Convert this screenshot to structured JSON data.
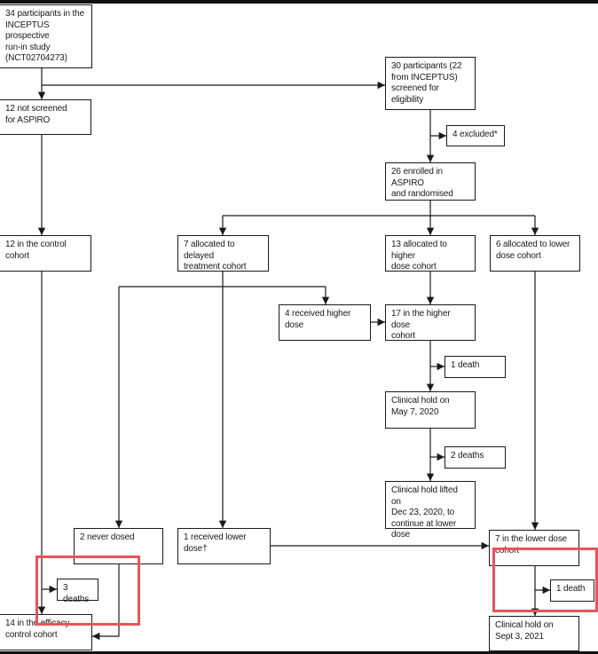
{
  "nodes": {
    "inceptus": "34 participants in the\nINCEPTUS\nprospective\nrun-in study\n(NCT02704273)",
    "screened": "30 participants (22\nfrom INCEPTUS)\nscreened for\neligibility",
    "not_screened": "12 not screened\nfor ASPIRO",
    "excluded": "4 excluded*",
    "enrolled": "26 enrolled in ASPIRO\nand randomised",
    "control": "12 in the control\ncohort",
    "delayed": "7 allocated to delayed\ntreatment cohort",
    "higher_alloc": "13 allocated to higher\ndose cohort",
    "lower_alloc": "6 allocated to lower\ndose cohort",
    "received_higher": "4 received higher dose",
    "in_higher": "17 in the higher dose\ncohort",
    "death_1_higher": "1 death",
    "hold_may": "Clinical hold on\nMay 7, 2020",
    "deaths_2": "2 deaths",
    "hold_lifted": "Clinical hold lifted on\nDec 23, 2020, to\ncontinue at lower dose",
    "never_dosed": "2 never dosed",
    "received_lower": "1 received lower dose†",
    "in_lower": "7 in the lower dose\ncohort",
    "deaths_3": "3 deaths",
    "death_1_lower": "1 death",
    "efficacy_control": "14 in the efficacy\ncontrol cohort",
    "hold_sept": "Clinical hold on\nSept 3, 2021"
  },
  "colors": {
    "line": "#1a1a1a",
    "highlight": "#e8545a"
  }
}
